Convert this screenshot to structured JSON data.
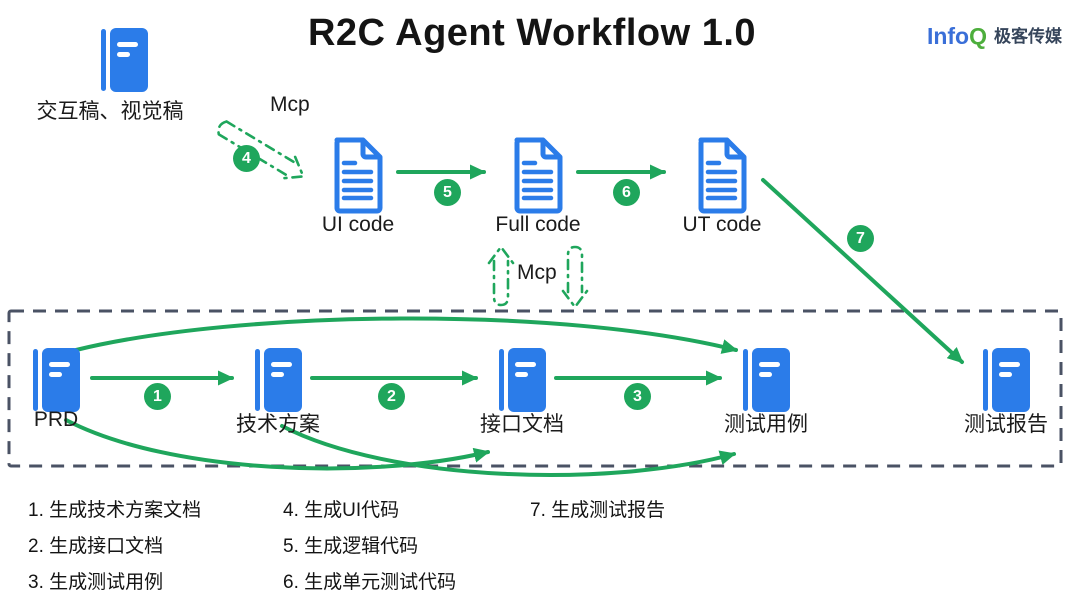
{
  "title": "R2C Agent Workflow 1.0",
  "logo": {
    "part_blue": "Info",
    "part_green": "Q",
    "part_text": "极客传媒"
  },
  "top_flow": {
    "source_label": "交互稿、视觉稿",
    "mcp_top_label": "Mcp",
    "mcp_mid_label": "Mcp",
    "docs": [
      "UI code",
      "Full code",
      "UT code"
    ]
  },
  "box_flow": {
    "docs": [
      "PRD",
      "技术方案",
      "接口文档",
      "测试用例",
      "测试报告"
    ]
  },
  "step_numbers": [
    "1",
    "2",
    "3",
    "4",
    "5",
    "6",
    "7"
  ],
  "legend": {
    "col1": [
      "1. 生成技术方案文档",
      "2. 生成接口文档",
      "3. 生成测试用例"
    ],
    "col2": [
      "4. 生成UI代码",
      "5. 生成逻辑代码",
      "6. 生成单元测试代码"
    ],
    "col3": [
      "7. 生成测试报告"
    ]
  },
  "connections": [
    {
      "from": "交互稿、视觉稿",
      "to": "UI code",
      "step": "4",
      "style": "dashed-hollow",
      "via": "Mcp"
    },
    {
      "from": "UI code",
      "to": "Full code",
      "step": "5",
      "style": "solid"
    },
    {
      "from": "Full code",
      "to": "UT code",
      "step": "6",
      "style": "solid"
    },
    {
      "from": "UT code",
      "to": "测试报告",
      "step": "7",
      "style": "solid-diagonal"
    },
    {
      "from": "PRD",
      "to": "技术方案",
      "step": "1",
      "style": "solid"
    },
    {
      "from": "技术方案",
      "to": "接口文档",
      "step": "2",
      "style": "solid"
    },
    {
      "from": "接口文档",
      "to": "测试用例",
      "step": "3",
      "style": "solid"
    },
    {
      "from": "PRD",
      "to": "测试用例",
      "style": "curved-top"
    },
    {
      "from": "PRD",
      "to": "接口文档",
      "style": "curved-bottom"
    },
    {
      "from": "技术方案",
      "to": "测试用例",
      "style": "curved-bottom"
    },
    {
      "from": "document-box",
      "to": "Full code",
      "via": "Mcp",
      "style": "dashed-hollow-up"
    },
    {
      "from": "Full code",
      "to": "document-box",
      "via": "Mcp",
      "style": "dashed-hollow-down"
    }
  ],
  "colors": {
    "icon_blue": "#2b7ce9",
    "arrow_green": "#1fa65c",
    "box_border": "#4a5264"
  }
}
